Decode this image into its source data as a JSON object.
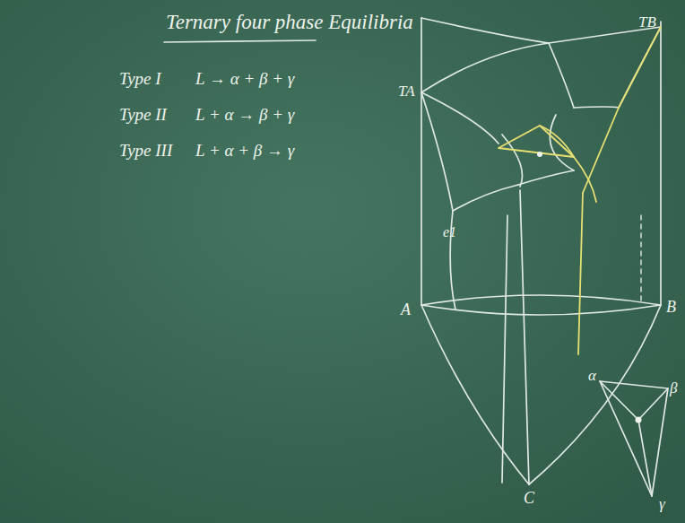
{
  "diagram": {
    "title": "Ternary four phase Equilibria",
    "labels": [
      "Type I",
      "L → α + β + γ",
      "Type II",
      "L + α → β + γ",
      "Type III",
      "L + α + β → γ",
      "TA",
      "TB",
      "e1",
      "A",
      "B",
      "C",
      "α",
      "β",
      "γ"
    ]
  }
}
